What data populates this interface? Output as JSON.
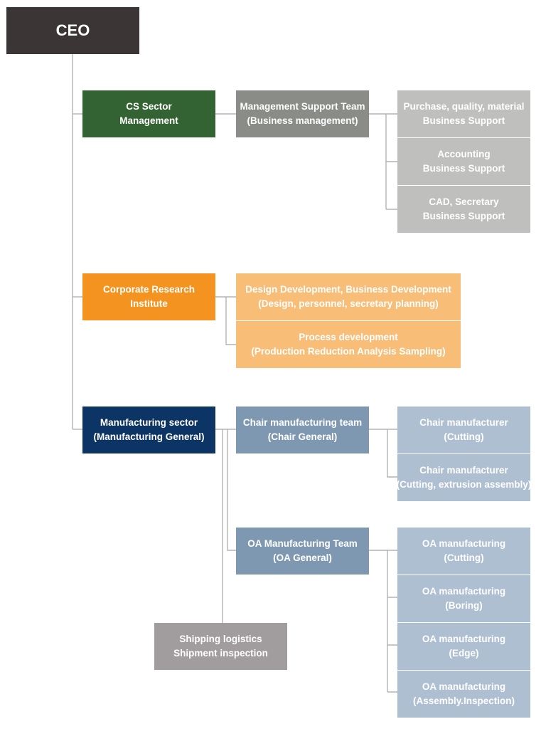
{
  "colors": {
    "ceo": "#3c3536",
    "cs_sector": "#336233",
    "management_support": "#8a8c88",
    "support_units": "#bfc0be",
    "research": "#f4931f",
    "research_units": "#f8bd77",
    "manufacturing": "#0c3464",
    "mfg_teams": "#7f98b2",
    "mfg_units": "#adbfd1",
    "shipping": "#a19d9e",
    "connector": "#b3b3b3"
  },
  "ceo": {
    "label": "CEO"
  },
  "cs_sector": {
    "head": [
      "CS Sector",
      "Management"
    ],
    "team": [
      "Management Support Team",
      "(Business management)"
    ],
    "units": [
      [
        "Purchase, quality, material",
        "Business Support"
      ],
      [
        "Accounting",
        "Business Support"
      ],
      [
        "CAD, Secretary",
        "Business Support"
      ]
    ]
  },
  "research": {
    "head": [
      "Corporate Research",
      "Institute"
    ],
    "units": [
      [
        "Design Development, Business Development",
        "(Design, personnel, secretary planning)"
      ],
      [
        "Process development",
        "(Production Reduction Analysis Sampling)"
      ]
    ]
  },
  "manufacturing": {
    "head": [
      "Manufacturing sector",
      "(Manufacturing General)"
    ],
    "chair_team": [
      "Chair manufacturing team",
      "(Chair General)"
    ],
    "chair_units": [
      [
        "Chair manufacturer",
        "(Cutting)"
      ],
      [
        "Chair manufacturer",
        "(Cutting, extrusion assembly)"
      ]
    ],
    "oa_team": [
      "OA Manufacturing Team",
      "(OA General)"
    ],
    "oa_units": [
      [
        "OA manufacturing",
        "(Cutting)"
      ],
      [
        "OA manufacturing",
        "(Boring)"
      ],
      [
        "OA manufacturing",
        "(Edge)"
      ],
      [
        "OA manufacturing",
        "(Assembly.Inspection)"
      ]
    ],
    "shipping": [
      "Shipping logistics",
      "Shipment inspection"
    ]
  }
}
